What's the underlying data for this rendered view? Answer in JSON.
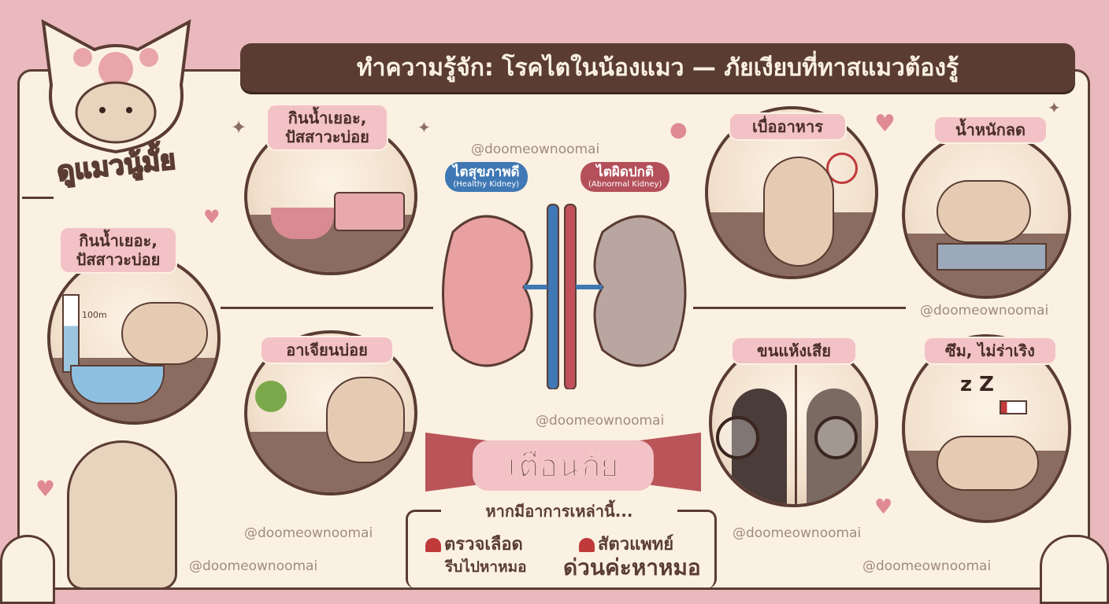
{
  "title": "ทำความรู้จัก: โรคไตในน้องแมว — ภัยเงียบที่ทาสแมวต้องรู้",
  "logo_text": "ดูแมวนู้มั้ย",
  "watermark": "@doomeownoomai",
  "kidneys": {
    "healthy": {
      "label": "ไตสุขภาพดี",
      "sub": "(Healthy Kidney)",
      "color": "#3f78b4"
    },
    "abnormal": {
      "label": "ไตผิดปกติ",
      "sub": "(Abnormal Kidney)",
      "color": "#b4505a"
    }
  },
  "symptoms": [
    {
      "label": "กินน้ำเยอะ, ปัสสาวะบ่อย"
    },
    {
      "label": "กินน้ำเยอะ, ปัสสาวะบ่อย",
      "beaker": "100m"
    },
    {
      "label": "อาเจียนบ่อย"
    },
    {
      "label": "เบื่ออาหาร"
    },
    {
      "label": "น้ำหนักลด"
    },
    {
      "label": "ขนแห้งเสีย"
    },
    {
      "label": "ซึม, ไม่ร่าเริง"
    }
  ],
  "warning": {
    "title": "เตือนภัย",
    "subtitle": "หากมีอาการเหล่านี้...",
    "action1": "ตรวจเลือด",
    "action1_sub": "รีบไปหาหมอ",
    "action2": "สัตวแพทย์",
    "action2_sub": "ด่วนค่ะหาหมอ"
  }
}
